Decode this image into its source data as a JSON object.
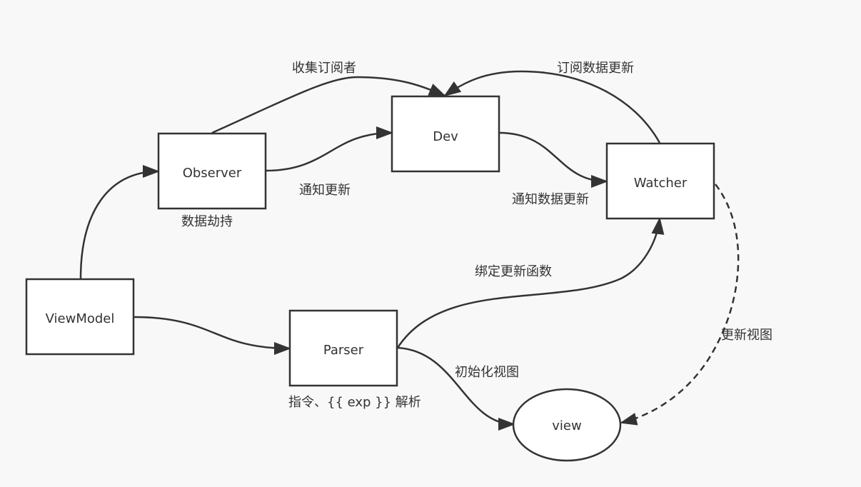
{
  "nodes": {
    "viewmodel": "ViewModel",
    "observer": "Observer",
    "dev": "Dev",
    "watcher": "Watcher",
    "parser": "Parser",
    "view": "view"
  },
  "labels": {
    "collect_subscribers": "收集订阅者",
    "subscribe_data_update": "订阅数据更新",
    "notify_update": "通知更新",
    "notify_data_update": "通知数据更新",
    "data_hijack": "数据劫持",
    "bind_update_function": "绑定更新函数",
    "update_view": "更新视图",
    "init_view": "初始化视图",
    "parse_directives": "指令、{{ exp }} 解析"
  },
  "colors": {
    "background": "#f8f8f8",
    "node_fill": "#ffffff",
    "stroke": "#333333",
    "text": "#333333"
  }
}
